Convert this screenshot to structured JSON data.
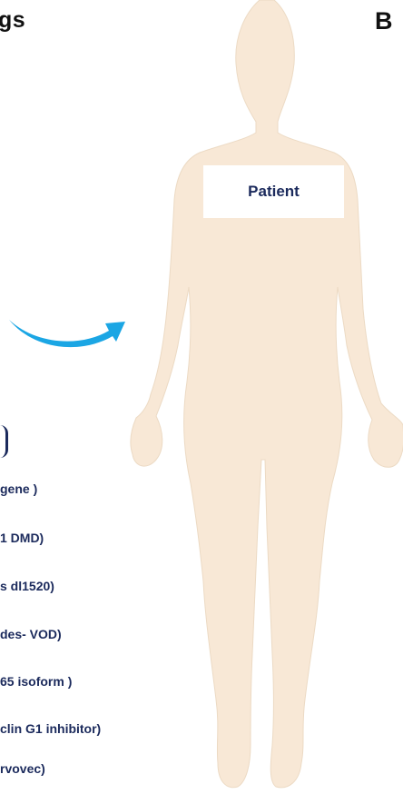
{
  "header": {
    "left_fragment": "gs",
    "panel_letter": "B"
  },
  "figure": {
    "patient_label": "Patient",
    "body_color": "#f8e8d6",
    "arrow_color": "#1ba6e4"
  },
  "items": [
    "gene )",
    "1 DMD)",
    "s dl1520)",
    "des- VOD)",
    "65 isoform )",
    "clin G1 inhibitor)",
    "rvovec)"
  ]
}
